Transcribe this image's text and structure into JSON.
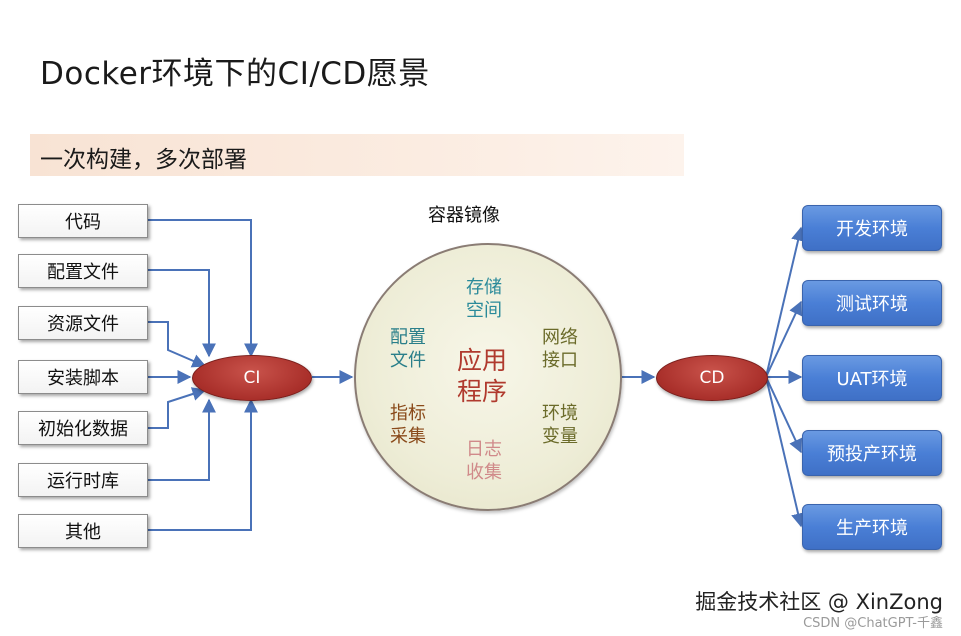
{
  "title": "Docker环境下的CI/CD愿景",
  "subtitle": "一次构建，多次部署",
  "inputs": [
    "代码",
    "配置文件",
    "资源文件",
    "安装脚本",
    "初始化数据",
    "运行时库",
    "其他"
  ],
  "ci_label": "CI",
  "cd_label": "CD",
  "container": {
    "title": "容器镜像",
    "center": "应用\n程序",
    "top": "存储\n空间",
    "bottom": "日志\n收集",
    "left_top": "配置\n文件",
    "left_bottom": "指标\n采集",
    "right_top": "网络\n接口",
    "right_bottom": "环境\n变量"
  },
  "environments": [
    "开发环境",
    "测试环境",
    "UAT环境",
    "预投产环境",
    "生产环境"
  ],
  "watermark": "掘金技术社区 @ XinZong",
  "watermark_sub": "CSDN @ChatGPT-千鑫",
  "colors": {
    "ci_red": "#a92f2a",
    "env_blue": "#4a7fd6",
    "connector": "#4a72b8",
    "center_text": "#b03a2e",
    "teal_text": "#2a7f8a",
    "brown_text": "#8a4a1a",
    "olive_text": "#6b6b2a",
    "pink_text": "#d08a8a"
  }
}
